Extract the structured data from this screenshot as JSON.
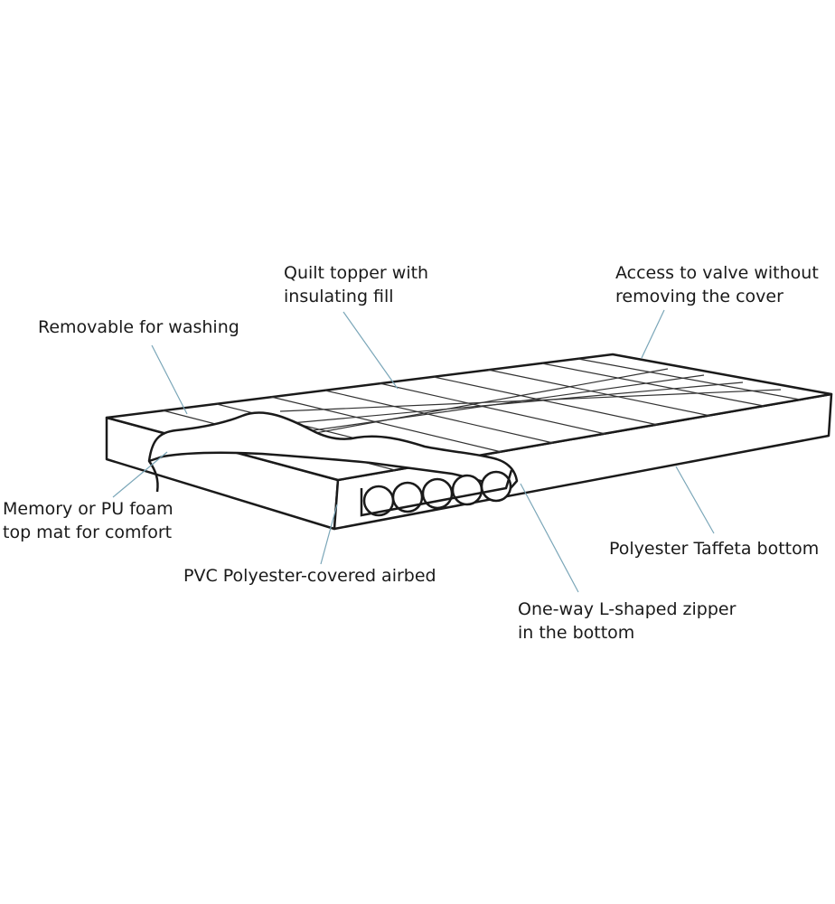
{
  "labels": {
    "quilt_topper": [
      "Quilt topper with",
      "insulating fill"
    ],
    "valve_access": [
      "Access to valve without",
      "removing the cover"
    ],
    "removable": [
      "Removable for washing"
    ],
    "foam_mat": [
      "Memory or PU foam",
      "top mat for comfort"
    ],
    "airbed": [
      "PVC Polyester-covered airbed"
    ],
    "taffeta_bottom": [
      "Polyester Taffeta bottom"
    ],
    "zipper": [
      "One-way L-shaped zipper",
      "in the bottom"
    ]
  },
  "colors": {
    "outline": "#1a1a1a",
    "grid": "#333333",
    "leader": "#7aa6b8",
    "text": "#1a1a1a"
  }
}
